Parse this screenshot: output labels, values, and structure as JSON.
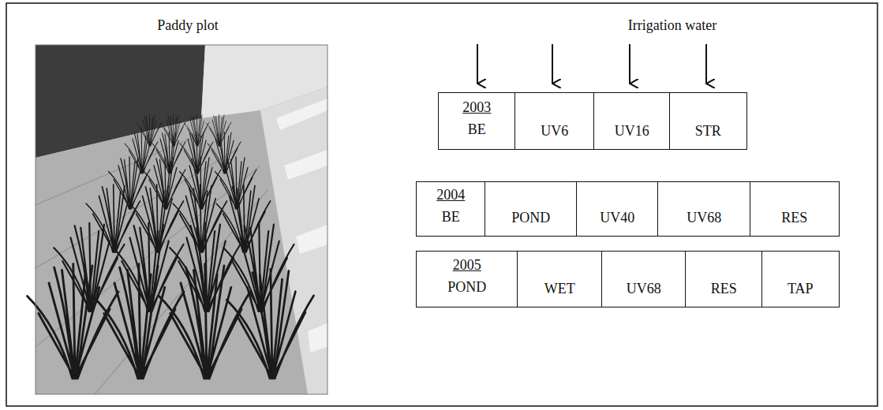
{
  "diagram": {
    "nodes": [
      {
        "text": [
          "2003",
          "BE"
        ]
      },
      {
        "text": [
          "UV6"
        ]
      },
      {
        "text": [
          "UV16"
        ]
      },
      {
        "text": [
          "STR"
        ]
      },
      {
        "text": [
          "2004",
          "BE"
        ]
      },
      {
        "text": [
          "POND"
        ]
      },
      {
        "text": [
          "UV40"
        ]
      },
      {
        "text": [
          "UV68"
        ]
      },
      {
        "text": [
          "RES"
        ]
      },
      {
        "text": [
          "2005",
          "POND"
        ]
      },
      {
        "text": [
          "WET"
        ]
      },
      {
        "text": [
          "UV68"
        ]
      },
      {
        "text": [
          "RES"
        ]
      },
      {
        "text": [
          "TAP"
        ]
      }
    ],
    "labels": [
      "Paddy plot",
      "Irrigation water"
    ]
  }
}
